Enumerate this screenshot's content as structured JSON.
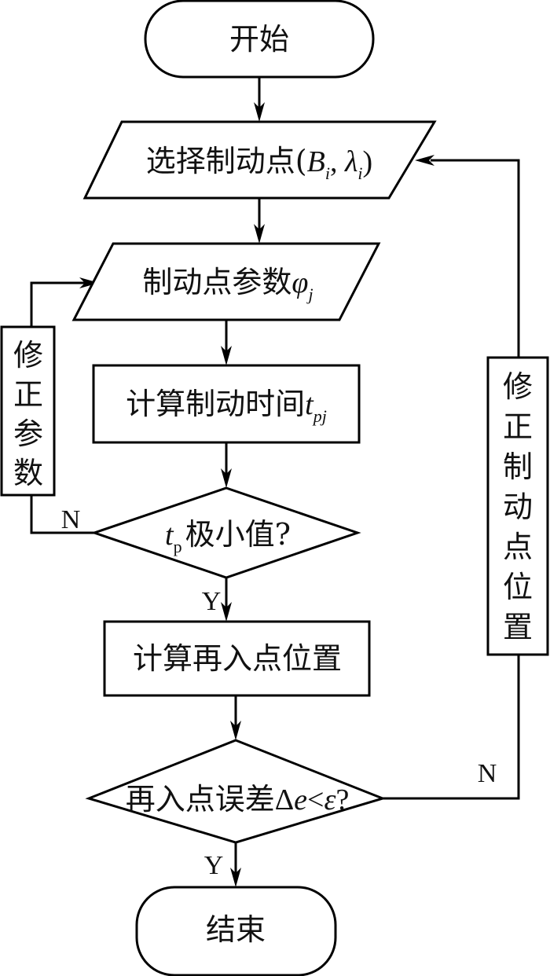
{
  "diagram": {
    "type": "flowchart",
    "nodes": {
      "start": {
        "shape": "terminal",
        "text": "开始"
      },
      "select_point": {
        "shape": "parallelogram",
        "text": "选择制动点(",
        "math_B": "B",
        "sub_i1": "i",
        "comma": ", ",
        "math_lambda": "λ",
        "sub_i2": "i",
        "close": ")"
      },
      "params": {
        "shape": "parallelogram",
        "text": "制动点参数",
        "math": "φ",
        "sub": "j"
      },
      "calc_time": {
        "shape": "process",
        "text": "计算制动时间",
        "math": "t",
        "sub": "pj"
      },
      "min_check": {
        "shape": "decision",
        "math": "t",
        "sub": "p",
        "text": "极小值?"
      },
      "calc_reentry": {
        "shape": "process",
        "text": "计算再入点位置"
      },
      "error_check": {
        "shape": "decision",
        "text": "再入点误差",
        "delta": "Δ",
        "math_e": "e",
        "lt": "<",
        "math_eps": "ε",
        "q": "?"
      },
      "end": {
        "shape": "terminal",
        "text": "结束"
      },
      "fix_params": {
        "shape": "process-vertical",
        "chars": [
          "修",
          "正",
          "参",
          "数"
        ]
      },
      "fix_position": {
        "shape": "process-vertical",
        "chars": [
          "修",
          "正",
          "制",
          "动",
          "点",
          "位",
          "置"
        ]
      }
    },
    "edge_labels": {
      "min_no": "N",
      "min_yes": "Y",
      "err_no": "N",
      "err_yes": "Y"
    },
    "edges": [
      {
        "from": "start",
        "to": "select_point"
      },
      {
        "from": "select_point",
        "to": "params"
      },
      {
        "from": "params",
        "to": "calc_time"
      },
      {
        "from": "calc_time",
        "to": "min_check"
      },
      {
        "from": "min_check",
        "to": "fix_params",
        "label": "N"
      },
      {
        "from": "fix_params",
        "to": "params"
      },
      {
        "from": "min_check",
        "to": "calc_reentry",
        "label": "Y"
      },
      {
        "from": "calc_reentry",
        "to": "error_check"
      },
      {
        "from": "error_check",
        "to": "fix_position",
        "label": "N"
      },
      {
        "from": "fix_position",
        "to": "select_point"
      },
      {
        "from": "error_check",
        "to": "end",
        "label": "Y"
      }
    ]
  }
}
